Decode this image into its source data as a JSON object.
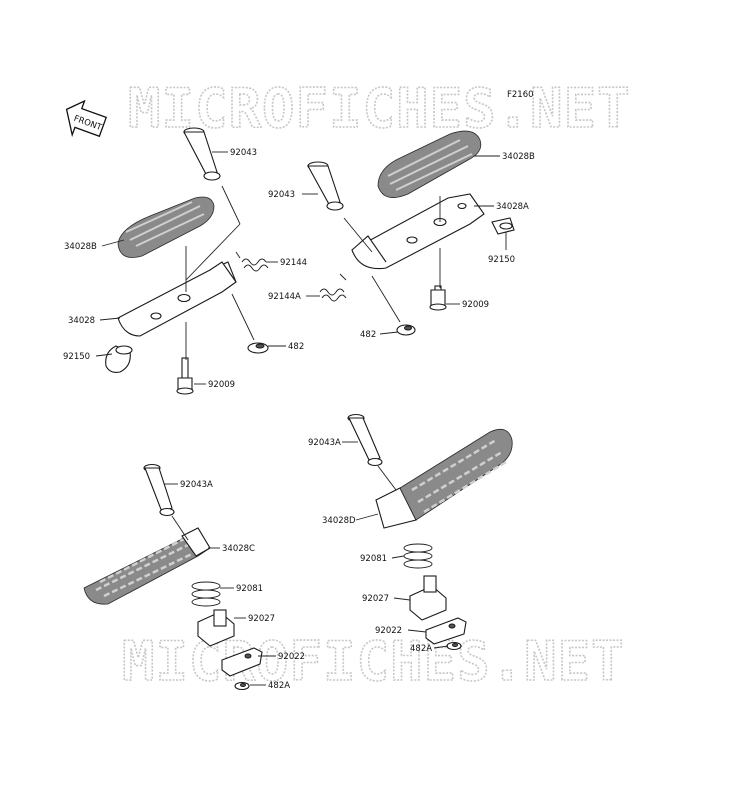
{
  "figure_code": "F2160",
  "watermark": "MICROFICHES.NET",
  "front_badge": "FRONT",
  "labels": {
    "p92043_a": "92043",
    "p34028B_a": "34028B",
    "p92144": "92144",
    "p34028": "34028",
    "p92150_a": "92150",
    "p92009_a": "92009",
    "p482_a": "482",
    "p92043_b": "92043",
    "p34028B_b": "34028B",
    "p34028A": "34028A",
    "p92150_b": "92150",
    "p92144A": "92144A",
    "p92009_b": "92009",
    "p482_b": "482",
    "p92043A_a": "92043A",
    "p34028D": "34028D",
    "p92081_b": "92081",
    "p92027_b": "92027",
    "p92022_b": "92022",
    "p482A_b": "482A",
    "p92043A_b": "92043A",
    "p34028C": "34028C",
    "p92081_a": "92081",
    "p92027_a": "92027",
    "p92022_a": "92022",
    "p482A_a": "482A"
  }
}
